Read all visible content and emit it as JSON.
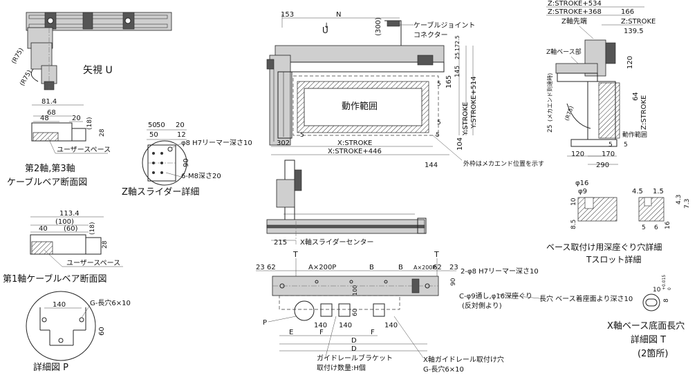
{
  "views": {
    "view_u": {
      "title": "矢視 U",
      "r1": "(R75)",
      "r2": "(R75)"
    },
    "cable23": {
      "d1": "81.4",
      "d2": "68",
      "d3": "48",
      "d4": "20",
      "d5": "(18)",
      "d6": "28",
      "user_space": "ユーザースペース",
      "title_a": "第2軸,第3軸",
      "title_b": "ケーブルベア断面図"
    },
    "cable1": {
      "d1": "113.4",
      "d2": "(100)",
      "d3": "40",
      "d4": "(60)",
      "d5": "(18)",
      "d6": "28",
      "user_space": "ユーザースペース",
      "title": "第1軸ケーブルベア断面図"
    },
    "detail_p": {
      "d1": "140",
      "d2": "G-長穴6×10",
      "d3": "60",
      "title": "詳細図 P"
    },
    "z_slider": {
      "d1": "50",
      "d2": "50",
      "d3": "20",
      "d4": "50",
      "d5": "12",
      "d6": "φ8 H7リーマー深さ10",
      "d7": "90",
      "d8": "6-M8深さ20",
      "title": "Z軸スライダー詳細"
    },
    "front": {
      "d153": "153",
      "n": "N",
      "u": "U",
      "d300": "(300)",
      "cable_joint_1": "ケーブルジョイント",
      "cable_joint_2": "コネクター",
      "d25": "25",
      "d145": "145",
      "d1725": "172.5",
      "y_stroke_514": "Y:STROKE+514",
      "y_stroke": "Y:STROKE",
      "d165": "165",
      "op_range": "動作範囲",
      "d5a": "5",
      "d5b": "5",
      "d5c": "5",
      "d5d": "5",
      "d302": "302",
      "x_stroke": "X:STROKE",
      "x_stroke_446": "X:STROKE+446",
      "d104": "104",
      "d144": "144",
      "outer_note": "外枠はメカエンド位置を示す"
    },
    "mid": {
      "d215": "215",
      "x_center": "X軸スライダーセンター"
    },
    "side": {
      "z534": "Z:STROKE+534",
      "z368": "Z:STROKE+368",
      "d166": "166",
      "zs": "Z:STROKE",
      "z_tip": "Z軸先端",
      "d1395": "139.5",
      "z_base": "Z軸ベース部",
      "d120a": "120",
      "d64": "64",
      "zs2": "Z:STROKE",
      "d25b": "25",
      "mech_end": "(メカエンド到達時)",
      "r75": "(R75)",
      "op_range": "動作範囲",
      "d5a": "5",
      "d5b": "5",
      "d120b": "120",
      "d170": "170",
      "d290": "290"
    },
    "bottom": {
      "t1": "T",
      "t2": "T",
      "d23a": "23",
      "d62a": "62",
      "a200p": "A×200P",
      "b1": "B",
      "b2": "B",
      "a200p2": "A×200P",
      "d62b": "62",
      "d23b": "23",
      "ream": "2-φ8 H7リーマー深さ10",
      "d90": "90",
      "c_hole": "C-φ9通し,φ16深座ぐり",
      "c_hole2": "(反対側より)",
      "long_hole": "長穴 ベース着座面より深さ10",
      "p": "P",
      "d140a": "140",
      "d140b": "140",
      "d140c": "140",
      "d60": "60",
      "d100": "100",
      "e": "E",
      "f1": "F",
      "f2": "F",
      "dd1": "D",
      "dd2": "D",
      "bracket1": "ガイドレールブラケット",
      "bracket2": "取付け数量:H個",
      "rail1": "X軸ガイドレール取付け穴",
      "rail2": "G-長穴6×10"
    },
    "tslot": {
      "d16": "φ16",
      "d9": "φ9",
      "d45": "4.5",
      "d15": "1.5",
      "d10": "10",
      "d43": "4.3",
      "d73": "7.3",
      "d85": "8.5",
      "d5": "5",
      "d6": "6",
      "d16b": "16",
      "title_a": "ベース取付け用深座ぐり穴詳細",
      "title_b": "Tスロット詳細"
    },
    "detail_t": {
      "d10": "10",
      "d8": "8",
      "tol": "+0.015",
      "tol2": "0",
      "title_a": "X軸ベース底面長穴",
      "title_b": "詳細図 T",
      "title_c": "(2箇所)"
    }
  }
}
